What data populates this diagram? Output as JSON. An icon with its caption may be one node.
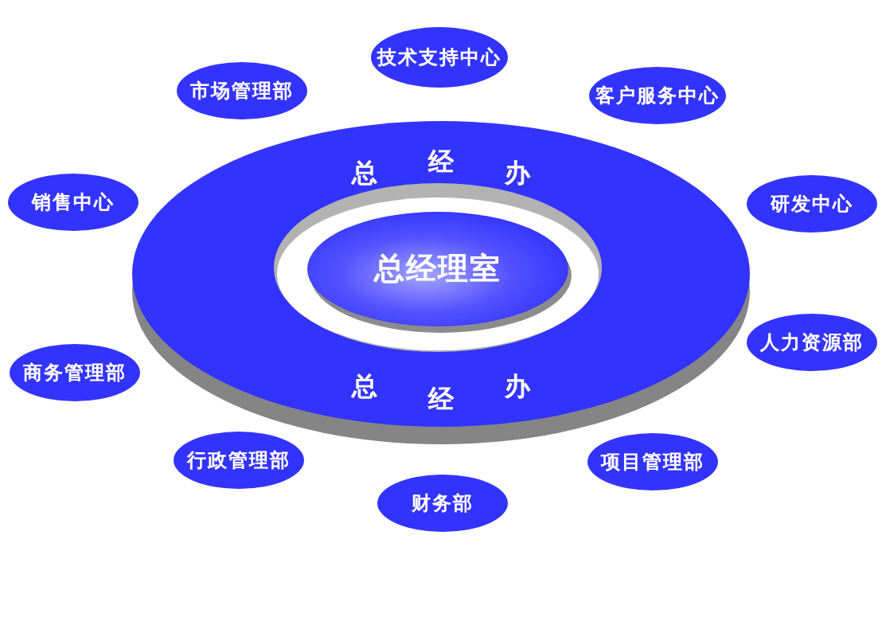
{
  "diagram": {
    "nodes": [
      {
        "text": [
          "技术支持中心"
        ]
      },
      {
        "text": [
          "市场管理部"
        ]
      },
      {
        "text": [
          "客户服务中心"
        ]
      },
      {
        "text": [
          "总经办",
          "总经办"
        ]
      },
      {
        "text": [
          "总经理室"
        ],
        "in": 3
      },
      {
        "text": [
          "销售中心"
        ]
      },
      {
        "text": [
          "研发中心"
        ]
      },
      {
        "text": [
          "人力资源部"
        ]
      },
      {
        "text": [
          "商务管理部"
        ]
      },
      {
        "text": [
          "行政管理部"
        ]
      },
      {
        "text": [
          "项目管理部"
        ]
      },
      {
        "text": [
          "财务部"
        ]
      }
    ]
  }
}
